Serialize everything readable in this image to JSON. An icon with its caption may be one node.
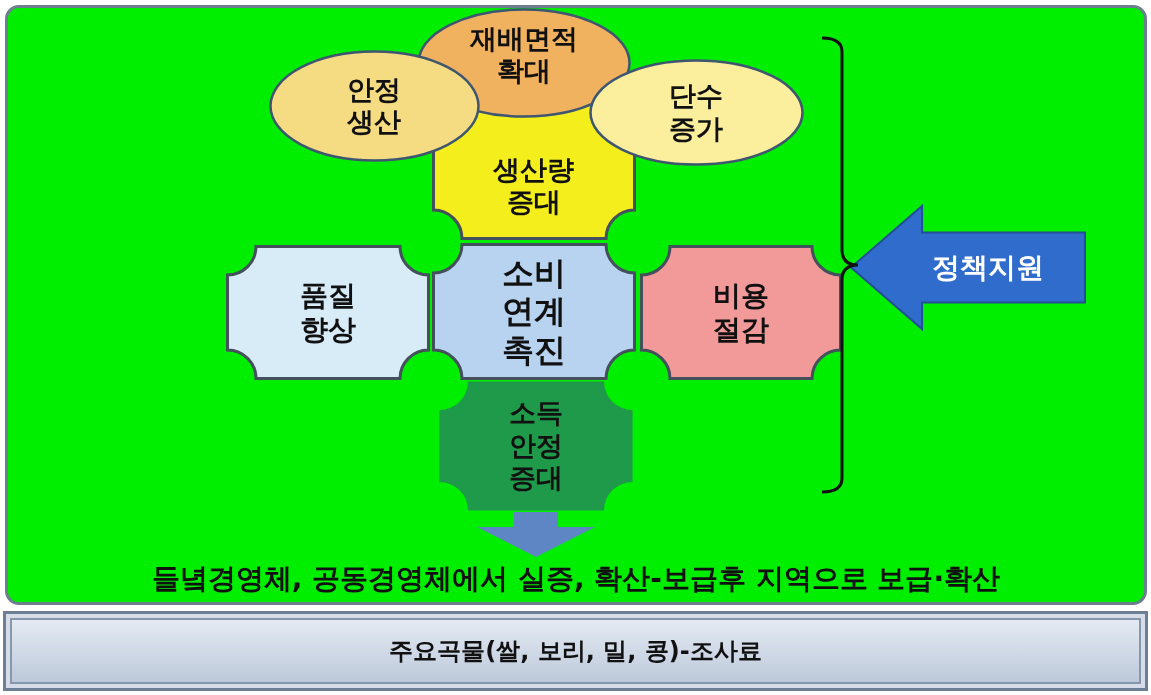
{
  "diagram": {
    "nodes": [
      {
        "text": [],
        "shape": "box"
      },
      {
        "text": [
          "재배면적 확대"
        ],
        "in": 0
      },
      {
        "text": [
          "안정 생산"
        ],
        "in": 0
      },
      {
        "text": [
          "단수 증가"
        ],
        "in": 0
      },
      {
        "text": [
          "생산량 증대"
        ],
        "in": 0
      },
      {
        "text": [
          "품질 향상"
        ],
        "in": 0
      },
      {
        "text": [
          "소비 연계 촉진"
        ],
        "in": 0
      },
      {
        "text": [
          "비용 절감"
        ],
        "in": 0
      },
      {
        "text": [
          "정책지원"
        ],
        "in": 0
      },
      {
        "text": [
          "소득 안정 증대"
        ],
        "in": 0
      },
      {
        "text": [
          "들녘경영체, 공동경영체에서 실증, 확산-보급후 지역으로 보급·확산"
        ],
        "in": 0
      },
      {
        "text": [
          "주요곡물(쌀, 보리, 밀, 콩)-조사료"
        ]
      }
    ],
    "edges": [
      {
        "from": 9,
        "to": 10,
        "arrow": "to"
      }
    ]
  }
}
